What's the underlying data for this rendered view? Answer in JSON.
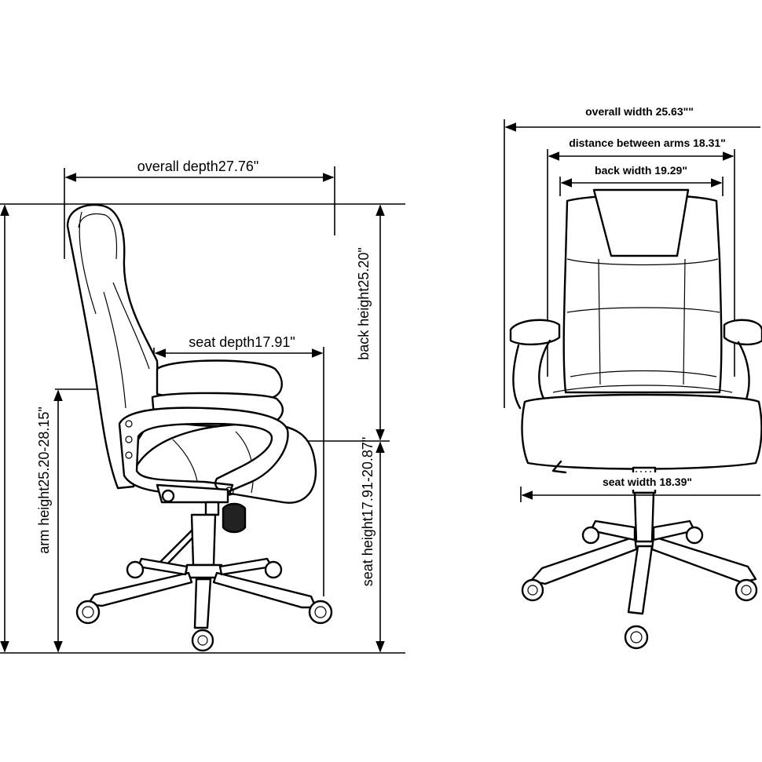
{
  "side_view": {
    "overall_depth": "overall depth27.76\"",
    "seat_depth": "seat depth17.91\"",
    "back_height": "back height25.20\"",
    "arm_height": "arm height25.20-28.15\"",
    "seat_height": "seat height17.91-20.87\""
  },
  "front_view": {
    "overall_width": "overall width 25.63\"\"",
    "distance_between_arms": "distance between arms 18.31\"",
    "back_width": "back width 19.29\"",
    "seat_width": "seat width 18.39\""
  }
}
